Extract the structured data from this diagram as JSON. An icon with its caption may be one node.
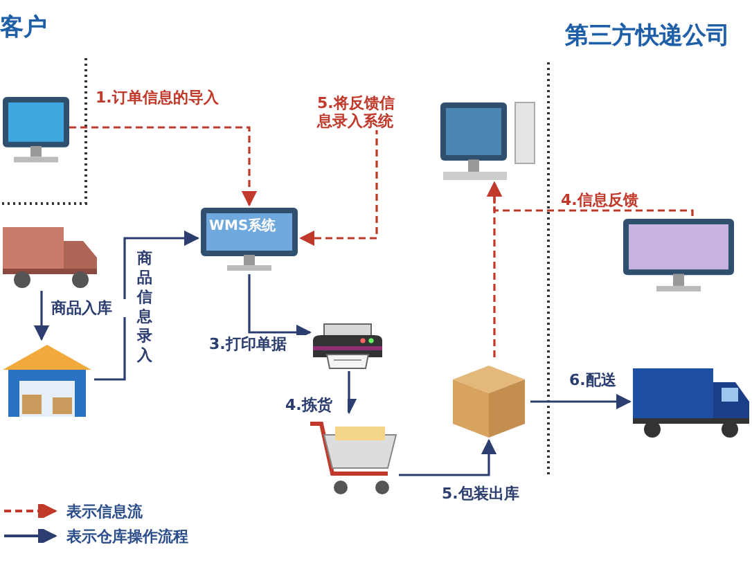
{
  "diagram": {
    "nodes": [
      {
        "text": [],
        "shape": "picture"
      },
      {
        "text": [],
        "shape": "picture"
      },
      {
        "text": [],
        "shape": "picture"
      },
      {
        "text": [
          "WMS系统"
        ]
      },
      {
        "text": [],
        "shape": "picture"
      },
      {
        "text": [],
        "shape": "picture"
      },
      {
        "text": [],
        "shape": "picture"
      },
      {
        "text": [],
        "shape": "picture"
      },
      {
        "text": [],
        "shape": "picture"
      },
      {
        "text": [],
        "shape": "picture"
      }
    ],
    "edges": [
      {
        "from": 0,
        "to": 3,
        "arrow": "to",
        "label": "1.订单信息的导入",
        "style": "dashed",
        "color": "#c0392b"
      },
      {
        "from": 1,
        "to": 2,
        "arrow": "to",
        "label": "商品入库"
      },
      {
        "from": 2,
        "to": 3,
        "arrow": "to",
        "label": "商品信息录入"
      },
      {
        "from": 3,
        "to": 4,
        "arrow": "to",
        "label": "3.打印单据"
      },
      {
        "from": 4,
        "to": 5,
        "arrow": "to",
        "label": "4.拣货"
      },
      {
        "from": 5,
        "to": 6,
        "arrow": "to",
        "label": "5.包装出库"
      },
      {
        "from": 6,
        "to": 9,
        "arrow": "to",
        "label": "6.配送"
      },
      {
        "from": 7,
        "to": 8,
        "arrow": "to",
        "label": "4.信息反馈",
        "style": "dashed",
        "color": "#c0392b"
      },
      {
        "from": 6,
        "to": 8,
        "arrow": "to",
        "style": "dashed",
        "color": "#c0392b"
      },
      {
        "from": 8,
        "to": 3,
        "arrow": "to",
        "label": "5.将反馈信息录入系统",
        "style": "dashed",
        "color": "#c0392b"
      }
    ],
    "labels": [
      "客户",
      "第三方快递公司"
    ],
    "legend": [
      {
        "text": "表示信息流"
      },
      {
        "text": "表示仓库操作流程"
      }
    ]
  }
}
